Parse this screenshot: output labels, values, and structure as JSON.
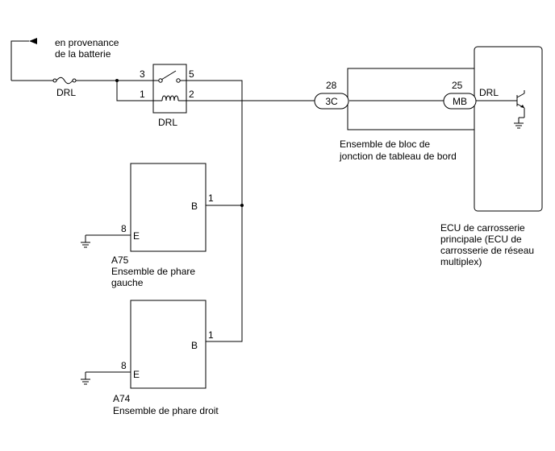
{
  "source": {
    "line1": "en provenance",
    "line2": "de la batterie"
  },
  "fuse": {
    "label": "DRL"
  },
  "relay": {
    "label": "DRL",
    "pin3": "3",
    "pin5": "5",
    "pin1": "1",
    "pin2": "2"
  },
  "junction_block": {
    "pin_num": "28",
    "connector": "3C",
    "line1": "Ensemble de bloc de",
    "line2": "jonction de tableau de bord"
  },
  "body_ecu": {
    "pin_num": "25",
    "connector": "MB",
    "terminal": "DRL",
    "line1": "ECU de carrosserie",
    "line2": "principale (ECU de",
    "line3": "carrosserie de réseau",
    "line4": "multiplex)"
  },
  "headlamp_left": {
    "code": "A75",
    "line1": "Ensemble de phare",
    "line2": "gauche",
    "pin_b_num": "1",
    "pin_b": "B",
    "pin_e_num": "8",
    "pin_e": "E"
  },
  "headlamp_right": {
    "code": "A74",
    "line1": "Ensemble de phare droit",
    "pin_b_num": "1",
    "pin_b": "B",
    "pin_e_num": "8",
    "pin_e": "E"
  }
}
